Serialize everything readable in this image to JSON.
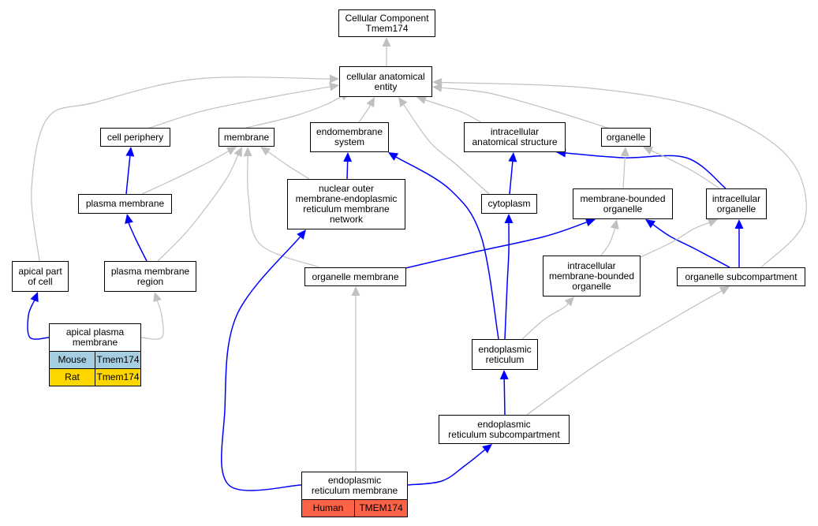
{
  "colors": {
    "is_a_edge": "#c0c0c0",
    "part_of_edge": "#0000ff",
    "mouse": "#a6cee3",
    "rat": "#ffd700",
    "human": "#ff6347"
  },
  "nodes": {
    "root": "Cellular Component\nTmem174",
    "cae": "cellular anatomical\nentity",
    "cellper": "cell periphery",
    "membrane": "membrane",
    "endosys": "endomembrane\nsystem",
    "intraanat": "intracellular\nanatomical structure",
    "organelle": "organelle",
    "plasmamem": "plasma membrane",
    "nuclear": "nuclear outer\nmembrane-endoplasmic\nreticulum membrane\nnetwork",
    "cytoplasm": "cytoplasm",
    "mbo": "membrane-bounded\norganelle",
    "intraorg": "intracellular\norganelle",
    "apicalpart": "apical part\nof cell",
    "pmregion": "plasma membrane\nregion",
    "orgmem": "organelle membrane",
    "imbo": "intracellular\nmembrane-bounded\norganelle",
    "orgsub": "organelle subcompartment",
    "apm": "apical plasma\nmembrane",
    "er": "endoplasmic\nreticulum",
    "ersub": "endoplasmic\nreticulum subcompartment",
    "erm": "endoplasmic\nreticulum membrane"
  },
  "annotations": {
    "apm": [
      {
        "species": "Mouse",
        "gene": "Tmem174",
        "color": "#a6cee3"
      },
      {
        "species": "Rat",
        "gene": "Tmem174",
        "color": "#ffd700"
      }
    ],
    "erm": [
      {
        "species": "Human",
        "gene": "TMEM174",
        "color": "#ff6347"
      }
    ]
  },
  "edges": [
    {
      "from": "cae",
      "to": "root",
      "type": "is_a"
    },
    {
      "from": "cellper",
      "to": "cae",
      "type": "is_a"
    },
    {
      "from": "membrane",
      "to": "cae",
      "type": "is_a"
    },
    {
      "from": "endosys",
      "to": "cae",
      "type": "is_a"
    },
    {
      "from": "intraanat",
      "to": "cae",
      "type": "is_a"
    },
    {
      "from": "organelle",
      "to": "cae",
      "type": "is_a"
    },
    {
      "from": "apicalpart",
      "to": "cae",
      "type": "is_a"
    },
    {
      "from": "orgsub",
      "to": "cae",
      "type": "is_a"
    },
    {
      "from": "cytoplasm",
      "to": "cae",
      "type": "is_a"
    },
    {
      "from": "plasmamem",
      "to": "cellper",
      "type": "part_of"
    },
    {
      "from": "plasmamem",
      "to": "membrane",
      "type": "is_a"
    },
    {
      "from": "nuclear",
      "to": "membrane",
      "type": "is_a"
    },
    {
      "from": "nuclear",
      "to": "endosys",
      "type": "part_of"
    },
    {
      "from": "pmregion",
      "to": "membrane",
      "type": "is_a"
    },
    {
      "from": "orgmem",
      "to": "membrane",
      "type": "is_a"
    },
    {
      "from": "cytoplasm",
      "to": "intraanat",
      "type": "part_of"
    },
    {
      "from": "intraorg",
      "to": "intraanat",
      "type": "part_of"
    },
    {
      "from": "mbo",
      "to": "organelle",
      "type": "is_a"
    },
    {
      "from": "intraorg",
      "to": "organelle",
      "type": "is_a"
    },
    {
      "from": "orgmem",
      "to": "mbo",
      "type": "part_of"
    },
    {
      "from": "imbo",
      "to": "mbo",
      "type": "is_a"
    },
    {
      "from": "orgsub",
      "to": "mbo",
      "type": "part_of"
    },
    {
      "from": "imbo",
      "to": "intraorg",
      "type": "is_a"
    },
    {
      "from": "orgsub",
      "to": "intraorg",
      "type": "part_of"
    },
    {
      "from": "pmregion",
      "to": "plasmamem",
      "type": "part_of"
    },
    {
      "from": "apm",
      "to": "apicalpart",
      "type": "part_of"
    },
    {
      "from": "apm",
      "to": "pmregion",
      "type": "is_a"
    },
    {
      "from": "er",
      "to": "cytoplasm",
      "type": "part_of"
    },
    {
      "from": "er",
      "to": "endosys",
      "type": "part_of"
    },
    {
      "from": "er",
      "to": "imbo",
      "type": "is_a"
    },
    {
      "from": "ersub",
      "to": "er",
      "type": "part_of"
    },
    {
      "from": "ersub",
      "to": "orgsub",
      "type": "is_a"
    },
    {
      "from": "erm",
      "to": "nuclear",
      "type": "part_of"
    },
    {
      "from": "erm",
      "to": "orgmem",
      "type": "is_a"
    },
    {
      "from": "erm",
      "to": "ersub",
      "type": "part_of"
    }
  ]
}
